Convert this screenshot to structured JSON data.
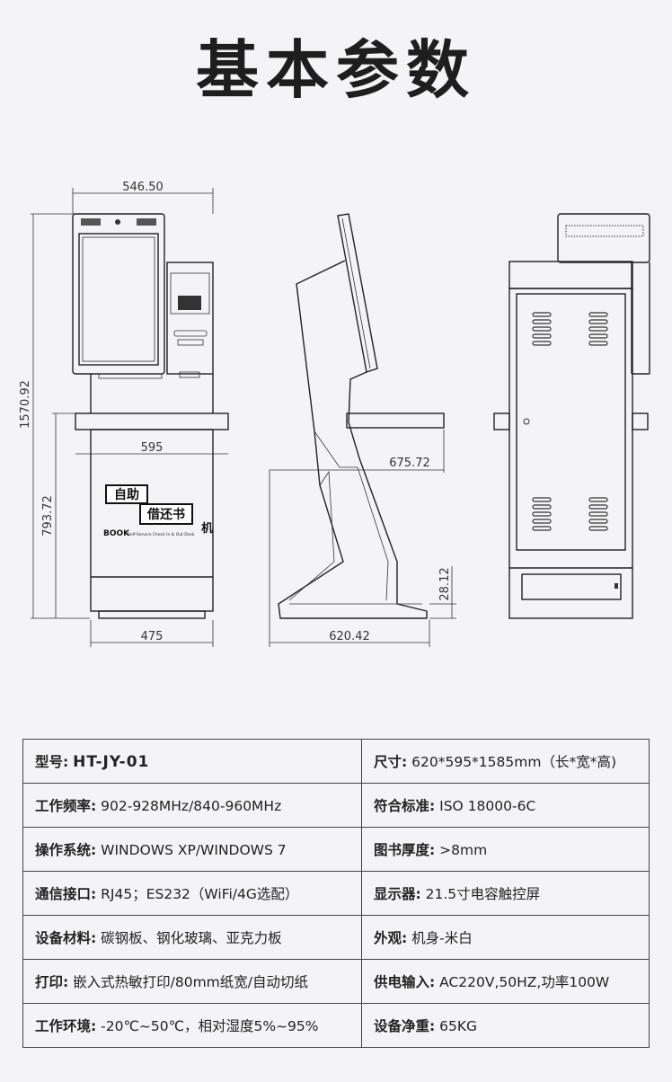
{
  "page": {
    "title": "基本参数"
  },
  "drawing": {
    "front": {
      "width_top": "546.50",
      "height_total": "1570.92",
      "height_desk": "793.72",
      "width_desk": "595",
      "width_base": "475",
      "sticker_line1": "自助",
      "sticker_line2": "借还书",
      "sticker_line3": "机",
      "brand": "BOOK",
      "brand_sub": "Self-Service Check In & Out Desk"
    },
    "side": {
      "depth_desk": "675.72",
      "depth_base": "620.42",
      "base_height": "28.12"
    }
  },
  "specs": [
    {
      "l_label": "型号:",
      "l_value": "HT-JY-01",
      "r_label": "尺寸:",
      "r_value": "620*595*1585mm（长*宽*高)"
    },
    {
      "l_label": "工作频率:",
      "l_value": "902-928MHz/840-960MHz",
      "r_label": "符合标准:",
      "r_value": "ISO 18000-6C"
    },
    {
      "l_label": "操作系统:",
      "l_value": "WINDOWS XP/WINDOWS 7",
      "r_label": "图书厚度:",
      "r_value": ">8mm"
    },
    {
      "l_label": "通信接口:",
      "l_value": "RJ45；ES232（WiFi/4G选配）",
      "r_label": "显示器:",
      "r_value": "21.5寸电容触控屏"
    },
    {
      "l_label": "设备材料:",
      "l_value": "碳钢板、钢化玻璃、亚克力板",
      "r_label": "外观:",
      "r_value": "机身-米白"
    },
    {
      "l_label": "打印:",
      "l_value": "嵌入式热敏打印/80mm纸宽/自动切纸",
      "r_label": "供电输入:",
      "r_value": "AC220V,50HZ,功率100W"
    },
    {
      "l_label": "工作环境:",
      "l_value": "-20℃~50℃，相对湿度5%~95%",
      "r_label": "设备净重:",
      "r_value": "65KG"
    }
  ]
}
